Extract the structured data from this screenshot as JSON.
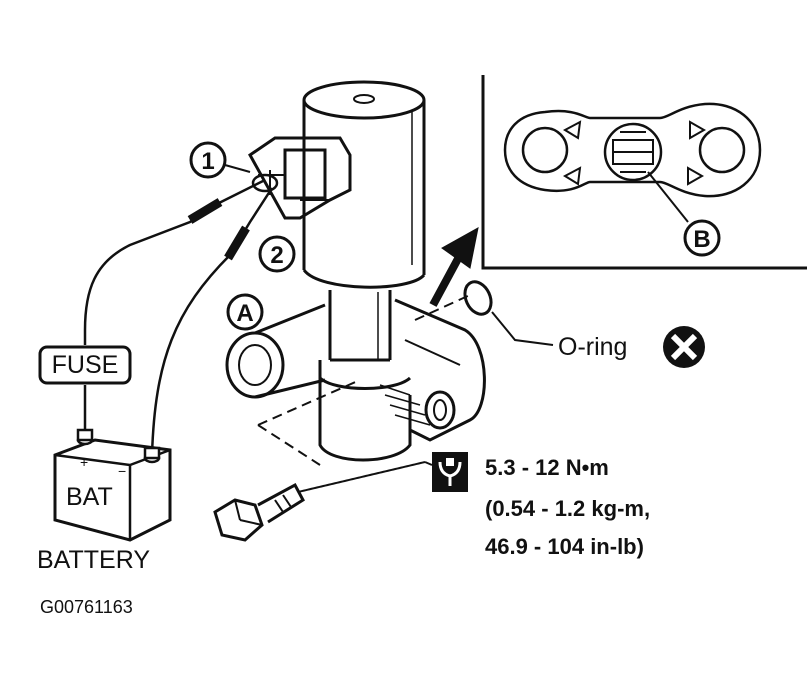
{
  "labels": {
    "callout_1": "1",
    "callout_2": "2",
    "callout_a": "A",
    "callout_b": "B",
    "fuse": "FUSE",
    "battery_box": "BAT",
    "battery_plus": "+",
    "battery_minus": "−",
    "battery": "BATTERY",
    "oring": "O-ring",
    "figure_id": "G00761163"
  },
  "torque": {
    "line1": "5.3 - 12 N•m",
    "line2": "(0.54 - 1.2 kg-m,",
    "line3": "46.9 - 104 in-lb)"
  },
  "icons": {
    "torque_wrench": "torque-wrench-icon",
    "do_not_reuse": "x-circle-icon"
  },
  "colors": {
    "ink": "#111111",
    "paper": "#ffffff"
  }
}
